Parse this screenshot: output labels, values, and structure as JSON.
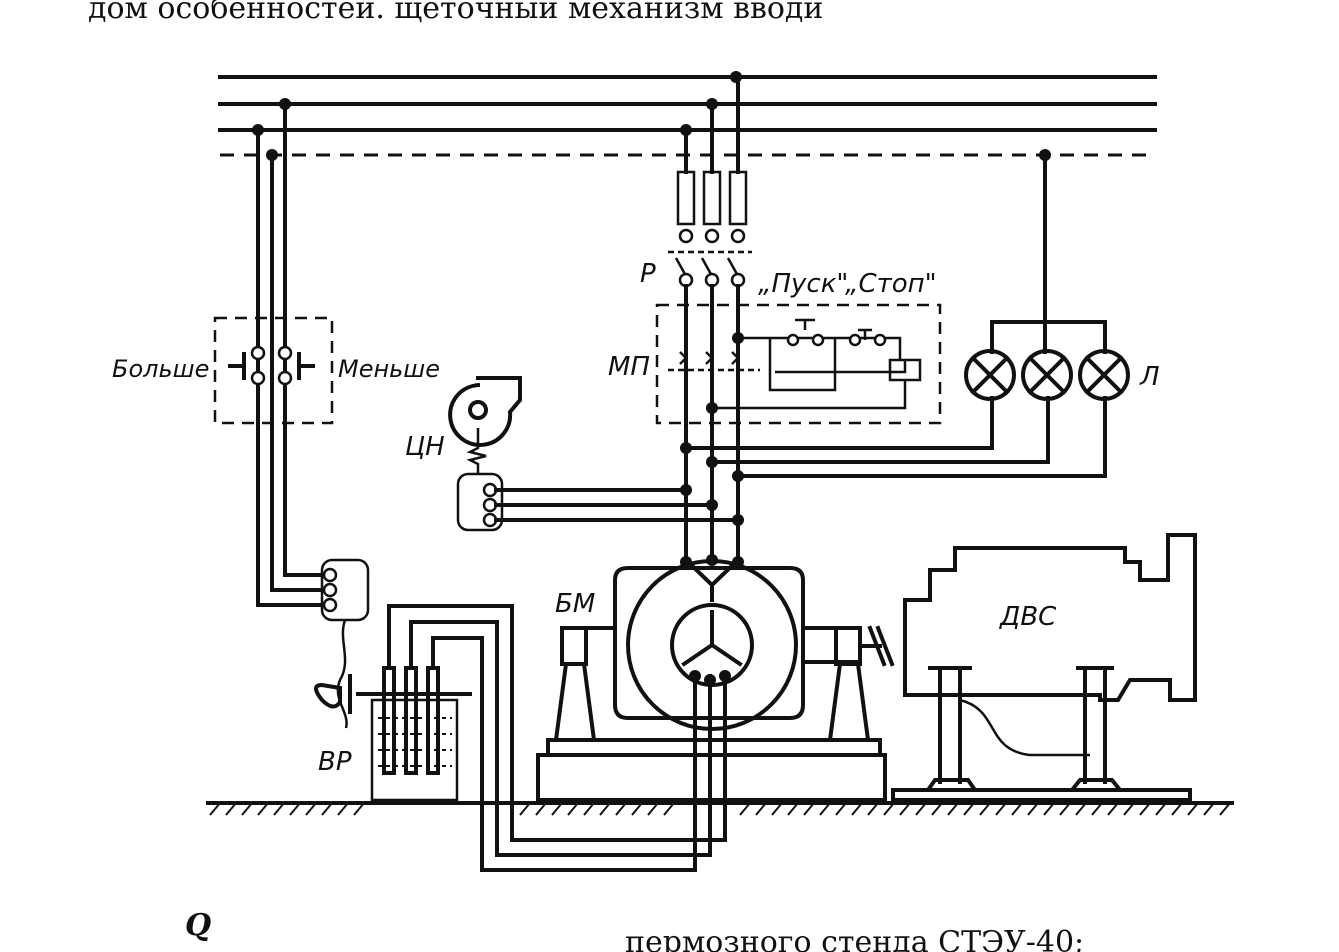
{
  "page": {
    "top_text": "дом особенностей. щеточный механизм вводи",
    "bottom_text": "пермозного стенда СТЭУ-40;"
  },
  "labels": {
    "bolshe": "Больше",
    "menshe": "Меньше",
    "r": "Р",
    "pusk": "„Пуск\"",
    "stop": "„Стоп\"",
    "mp": "МП",
    "tsn": "ЦН",
    "l": "Л",
    "bm": "БМ",
    "dvs": "ДВС",
    "vr": "ВР"
  },
  "colors": {
    "ink": "#111111",
    "paper": "#ffffff"
  }
}
